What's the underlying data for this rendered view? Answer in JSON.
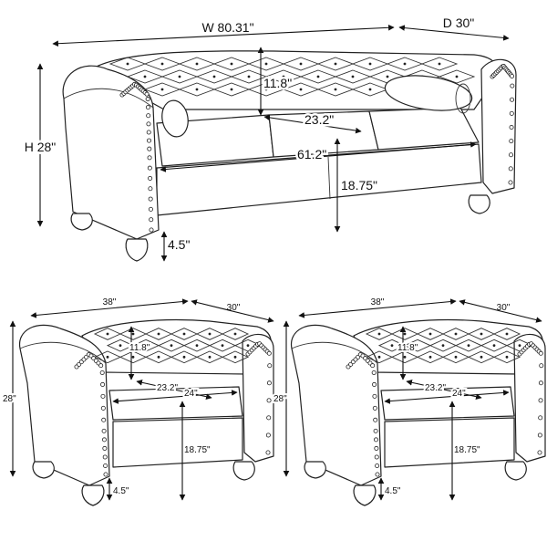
{
  "sofa": {
    "width": "W 80.31\"",
    "depth": "D 30\"",
    "height": "H 28\"",
    "back_height": "11.8\"",
    "seat_depth": "23.2\"",
    "seat_width": "61.2\"",
    "seat_height": "18.75\"",
    "leg_height": "4.5\""
  },
  "chairs": [
    {
      "width": "38\"",
      "depth": "30\"",
      "height": "28\"",
      "back_height": "11.8\"",
      "seat_depth": "23.2\"",
      "seat_width": "24\"",
      "seat_height": "18.75\"",
      "leg_height": "4.5\""
    },
    {
      "width": "38\"",
      "depth": "30\"",
      "height": "28\"",
      "back_height": "11.8\"",
      "seat_depth": "23.2\"",
      "seat_width": "24\"",
      "seat_height": "18.75\"",
      "leg_height": "4.5\""
    }
  ],
  "colors": {
    "line": "#222222",
    "background": "#ffffff"
  }
}
